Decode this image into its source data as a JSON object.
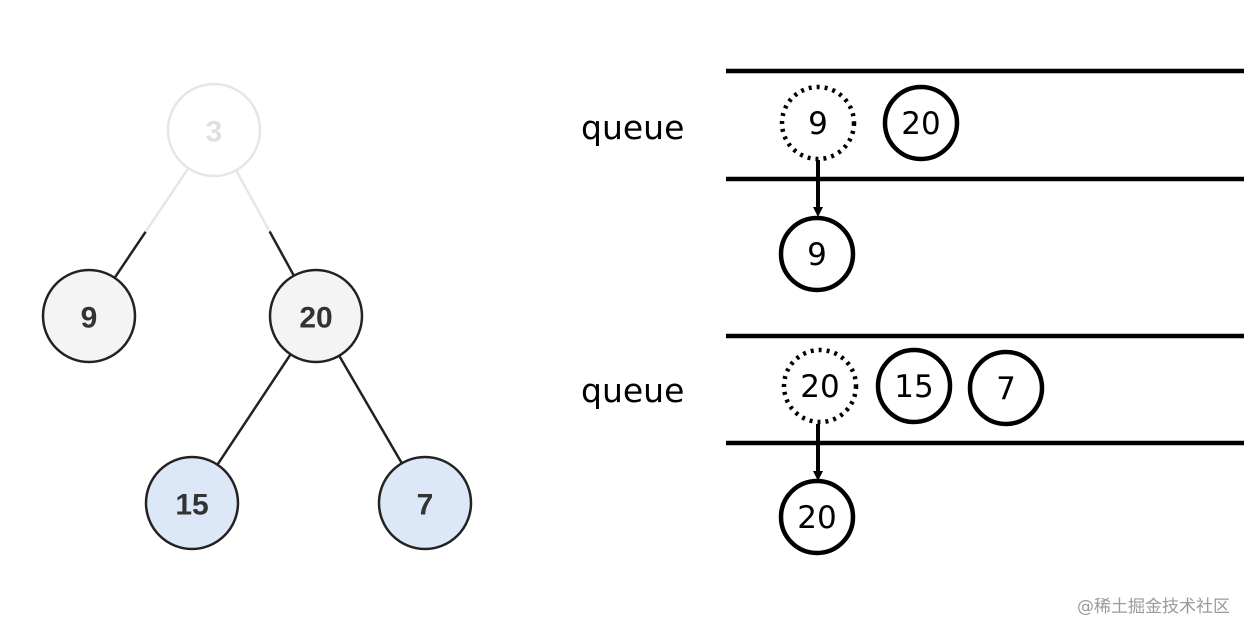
{
  "tree": {
    "nodes": [
      {
        "id": "n3",
        "label": "3",
        "fill": "#f4f4f4",
        "faded": true
      },
      {
        "id": "n9",
        "label": "9",
        "fill": "#f4f4f4",
        "faded": false
      },
      {
        "id": "n20",
        "label": "20",
        "fill": "#f4f4f4",
        "faded": false
      },
      {
        "id": "n15",
        "label": "15",
        "fill": "#dce8f8",
        "faded": false
      },
      {
        "id": "n7",
        "label": "7",
        "fill": "#dce8f8",
        "faded": false
      }
    ],
    "edges": [
      {
        "from": "n3",
        "to": "n9",
        "faded": true
      },
      {
        "from": "n3",
        "to": "n20",
        "faded": true
      },
      {
        "from": "n20",
        "to": "n15",
        "faded": false
      },
      {
        "from": "n20",
        "to": "n7",
        "faded": false
      }
    ],
    "colors": {
      "edge": "#222222",
      "faded_stroke": "#e6e6e6",
      "faded_text": "#e0e0e0",
      "text": "#333333"
    }
  },
  "queues": [
    {
      "label": "queue",
      "items": [
        {
          "label": "9",
          "dequeued": true
        },
        {
          "label": "20",
          "dequeued": false
        }
      ],
      "output": "9"
    },
    {
      "label": "queue",
      "items": [
        {
          "label": "20",
          "dequeued": true
        },
        {
          "label": "15",
          "dequeued": false
        },
        {
          "label": "7",
          "dequeued": false
        }
      ],
      "output": "20"
    }
  ],
  "watermark": "@稀土掘金技术社区"
}
